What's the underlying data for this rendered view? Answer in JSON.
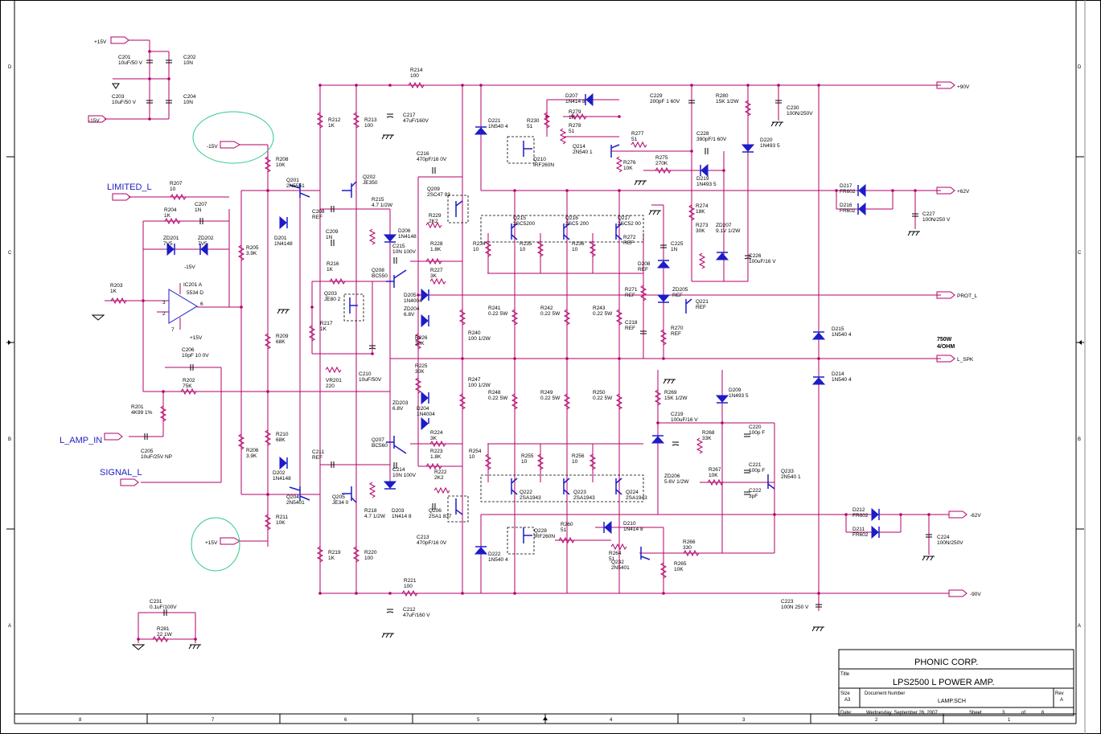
{
  "ports": {
    "p15_top": "+15V",
    "m15_top": "-15V",
    "m15_circ": "-15V",
    "p15_circ": "+15V",
    "p90": "+90V",
    "p62": "+62V",
    "prot": "PROT_L",
    "lspk": "L_SPK",
    "m62": "-62V",
    "m90": "-90V"
  },
  "nets": {
    "limited": "LIMITED_L",
    "amp_in": "L_AMP_IN",
    "signal": "SIGNAL_L"
  },
  "power_note": {
    "line1": "750W",
    "line2": "4/OHM"
  },
  "opamp": {
    "ref": "IC201 A",
    "part": "5534 D",
    "pin_plus": "3",
    "pin_minus": "2",
    "pin_out": "6",
    "pin7": "7",
    "neg": "-15V",
    "pos": "+15V"
  },
  "components": [
    {
      "id": "C201",
      "v": "10uF/50 V"
    },
    {
      "id": "C202",
      "v": "10N"
    },
    {
      "id": "C203",
      "v": "10uF/50 V"
    },
    {
      "id": "C204",
      "v": "10N"
    },
    {
      "id": "R214",
      "v": "100"
    },
    {
      "id": "C217",
      "v": "47uF/160V"
    },
    {
      "id": "R212",
      "v": "1K"
    },
    {
      "id": "R213",
      "v": "100"
    },
    {
      "id": "R208",
      "v": "10K"
    },
    {
      "id": "Q201",
      "v": "2N5551"
    },
    {
      "id": "Q202",
      "v": "JE350"
    },
    {
      "id": "R207",
      "v": "10"
    },
    {
      "id": "R204",
      "v": "1K"
    },
    {
      "id": "C207",
      "v": "1N"
    },
    {
      "id": "ZD201",
      "v": "7V5"
    },
    {
      "id": "ZD202",
      "v": "7V5"
    },
    {
      "id": "R205",
      "v": "3.9K"
    },
    {
      "id": "D201",
      "v": "1N4148"
    },
    {
      "id": "C208",
      "v": "REF"
    },
    {
      "id": "R215",
      "v": "4.7 1/2W"
    },
    {
      "id": "C216",
      "v": "470pF/16 0V"
    },
    {
      "id": "Q209",
      "v": "2SC47 93"
    },
    {
      "id": "R229",
      "v": "2K2"
    },
    {
      "id": "D206",
      "v": "1N4148"
    },
    {
      "id": "R228",
      "v": "1.8K"
    },
    {
      "id": "C215",
      "v": "10N 100V"
    },
    {
      "id": "C209",
      "v": "1N"
    },
    {
      "id": "R216",
      "v": "1K"
    },
    {
      "id": "Q208",
      "v": "BC550"
    },
    {
      "id": "R227",
      "v": "3K"
    },
    {
      "id": "Q203",
      "v": "JE80 2"
    },
    {
      "id": "D205",
      "v": "1N4004"
    },
    {
      "id": "ZD204",
      "v": "6.8V"
    },
    {
      "id": "R226",
      "v": "30K"
    },
    {
      "id": "R217",
      "v": "1K"
    },
    {
      "id": "R209",
      "v": "68K"
    },
    {
      "id": "VR201",
      "v": "220"
    },
    {
      "id": "C210",
      "v": "10uF/50V"
    },
    {
      "id": "R203",
      "v": "1K"
    },
    {
      "id": "C206",
      "v": "10pF 10 0V"
    },
    {
      "id": "R202",
      "v": "75K"
    },
    {
      "id": "R201",
      "v": "4K99 1%"
    },
    {
      "id": "C205",
      "v": "10uF/25V NP"
    },
    {
      "id": "R225",
      "v": "30K"
    },
    {
      "id": "ZD203",
      "v": "6.8V"
    },
    {
      "id": "D204",
      "v": "1N4004"
    },
    {
      "id": "R210",
      "v": "68K"
    },
    {
      "id": "R206",
      "v": "3.9K"
    },
    {
      "id": "Q207",
      "v": "BC560"
    },
    {
      "id": "R224",
      "v": "3K"
    },
    {
      "id": "C211",
      "v": "REF"
    },
    {
      "id": "R223",
      "v": "1.8K"
    },
    {
      "id": "C214",
      "v": "10N 100V"
    },
    {
      "id": "D202",
      "v": "1N4148"
    },
    {
      "id": "Q204",
      "v": "2N5401"
    },
    {
      "id": "Q205",
      "v": "JE34 0"
    },
    {
      "id": "R222",
      "v": "2K2"
    },
    {
      "id": "R211",
      "v": "10K"
    },
    {
      "id": "R218",
      "v": "4.7 1/2W"
    },
    {
      "id": "D203",
      "v": "1N414 8"
    },
    {
      "id": "Q206",
      "v": "2SA1 837"
    },
    {
      "id": "C213",
      "v": "470pF/16 0V"
    },
    {
      "id": "R219",
      "v": "1K"
    },
    {
      "id": "R220",
      "v": "100"
    },
    {
      "id": "R221",
      "v": "100"
    },
    {
      "id": "C212",
      "v": "47uF/160 V"
    },
    {
      "id": "C231",
      "v": "0.1uF/100V"
    },
    {
      "id": "R281",
      "v": "22 1W"
    },
    {
      "id": "D221",
      "v": "1N540 4"
    },
    {
      "id": "R230",
      "v": "51"
    },
    {
      "id": "D207",
      "v": "1N414 8"
    },
    {
      "id": "R279",
      "v": "1K"
    },
    {
      "id": "R278",
      "v": "51"
    },
    {
      "id": "Q214",
      "v": "2N540 1"
    },
    {
      "id": "Q210",
      "v": "IRF260N"
    },
    {
      "id": "R276",
      "v": "10K"
    },
    {
      "id": "R277",
      "v": "51"
    },
    {
      "id": "R275",
      "v": "270K"
    },
    {
      "id": "C229",
      "v": "200pF 1 60V"
    },
    {
      "id": "R280",
      "v": "15K 1/2W"
    },
    {
      "id": "C228",
      "v": "390pF/1 60V"
    },
    {
      "id": "C230",
      "v": "100N/250V"
    },
    {
      "id": "D220",
      "v": "1N493 5"
    },
    {
      "id": "D219",
      "v": "1N493 5"
    },
    {
      "id": "D217",
      "v": "FR602"
    },
    {
      "id": "D216",
      "v": "FR602"
    },
    {
      "id": "C227",
      "v": "100N/250 V"
    },
    {
      "id": "Q215",
      "v": "2SC5200"
    },
    {
      "id": "Q216",
      "v": "2SC5 200"
    },
    {
      "id": "Q217",
      "v": "2SC52 00"
    },
    {
      "id": "R274",
      "v": "18K"
    },
    {
      "id": "R273",
      "v": "30K"
    },
    {
      "id": "ZD207",
      "v": "9.1V 1/2W"
    },
    {
      "id": "C226",
      "v": "100uF/16 V"
    },
    {
      "id": "R234",
      "v": "10"
    },
    {
      "id": "R235",
      "v": "10"
    },
    {
      "id": "R236",
      "v": "10"
    },
    {
      "id": "R272",
      "v": "REF"
    },
    {
      "id": "C225",
      "v": "1N"
    },
    {
      "id": "D208",
      "v": "REF"
    },
    {
      "id": "ZD205",
      "v": "REF"
    },
    {
      "id": "Q221",
      "v": "REF"
    },
    {
      "id": "R271",
      "v": "REF"
    },
    {
      "id": "C218",
      "v": "REF"
    },
    {
      "id": "R270",
      "v": "REF"
    },
    {
      "id": "R241",
      "v": "0.22 5W"
    },
    {
      "id": "R242",
      "v": "0.22 5W"
    },
    {
      "id": "R243",
      "v": "0.22 5W"
    },
    {
      "id": "R240",
      "v": "100 1/2W"
    },
    {
      "id": "D215",
      "v": "1N540 4"
    },
    {
      "id": "D214",
      "v": "1N540 4"
    },
    {
      "id": "R247",
      "v": "100 1/2W"
    },
    {
      "id": "R248",
      "v": "0.22 5W"
    },
    {
      "id": "R249",
      "v": "0.22 5W"
    },
    {
      "id": "R250",
      "v": "0.22 5W"
    },
    {
      "id": "R269",
      "v": "15K 1/2W"
    },
    {
      "id": "D209",
      "v": "1N493 5"
    },
    {
      "id": "C219",
      "v": "100uF/16 V"
    },
    {
      "id": "C220",
      "v": "100p F"
    },
    {
      "id": "R268",
      "v": "33K"
    },
    {
      "id": "C221",
      "v": "100p F"
    },
    {
      "id": "R267",
      "v": "10K"
    },
    {
      "id": "C222",
      "v": "3pF"
    },
    {
      "id": "Q233",
      "v": "2N540 1"
    },
    {
      "id": "ZD206",
      "v": "5.6V 1/2W"
    },
    {
      "id": "R254",
      "v": "10"
    },
    {
      "id": "R255",
      "v": "10"
    },
    {
      "id": "R256",
      "v": "10"
    },
    {
      "id": "Q222",
      "v": "2SA1943"
    },
    {
      "id": "Q223",
      "v": "2SA1943"
    },
    {
      "id": "Q224",
      "v": "2SA1943"
    },
    {
      "id": "D212",
      "v": "FR602"
    },
    {
      "id": "D211",
      "v": "FR602"
    },
    {
      "id": "C224",
      "v": "100N/250V"
    },
    {
      "id": "D222",
      "v": "1N540 4"
    },
    {
      "id": "Q228",
      "v": "IRF260N"
    },
    {
      "id": "R260",
      "v": "51"
    },
    {
      "id": "D210",
      "v": "1N414 8"
    },
    {
      "id": "R264",
      "v": "51"
    },
    {
      "id": "Q232",
      "v": "2N5401"
    },
    {
      "id": "R265",
      "v": "10K"
    },
    {
      "id": "R266",
      "v": "330"
    },
    {
      "id": "C223",
      "v": "100N 250 V"
    }
  ],
  "title_block": {
    "company": "PHONIC CORP.",
    "title_label": "Title",
    "title": "LPS2500 L POWER AMP.",
    "size_label": "Size",
    "size": "A3",
    "docnum_label": "Document Number",
    "docnum": "LAMP.SCH",
    "rev_label": "Rev",
    "rev": "A",
    "date_label": "Date:",
    "date": "Wednesday, September 26, 2007",
    "sheet_label": "Sheet",
    "sheet": "3",
    "of_label": "of",
    "of": "6"
  },
  "frame": {
    "rows": [
      "D",
      "C",
      "B",
      "A"
    ],
    "cols": [
      "8",
      "7",
      "6",
      "5",
      "4",
      "3",
      "2",
      "1"
    ]
  }
}
